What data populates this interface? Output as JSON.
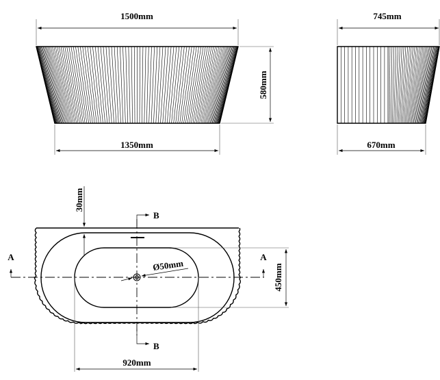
{
  "front_view": {
    "top_width": "1500mm",
    "bottom_width": "1350mm",
    "height": "580mm"
  },
  "side_view": {
    "top_width": "745mm",
    "bottom_width": "670mm"
  },
  "plan_view": {
    "rim_thickness": "30mm",
    "basin_width": "450mm",
    "basin_length": "920mm",
    "drain_diameter": "Ø50mm",
    "section_a_label": "A",
    "section_b_label": "B"
  }
}
